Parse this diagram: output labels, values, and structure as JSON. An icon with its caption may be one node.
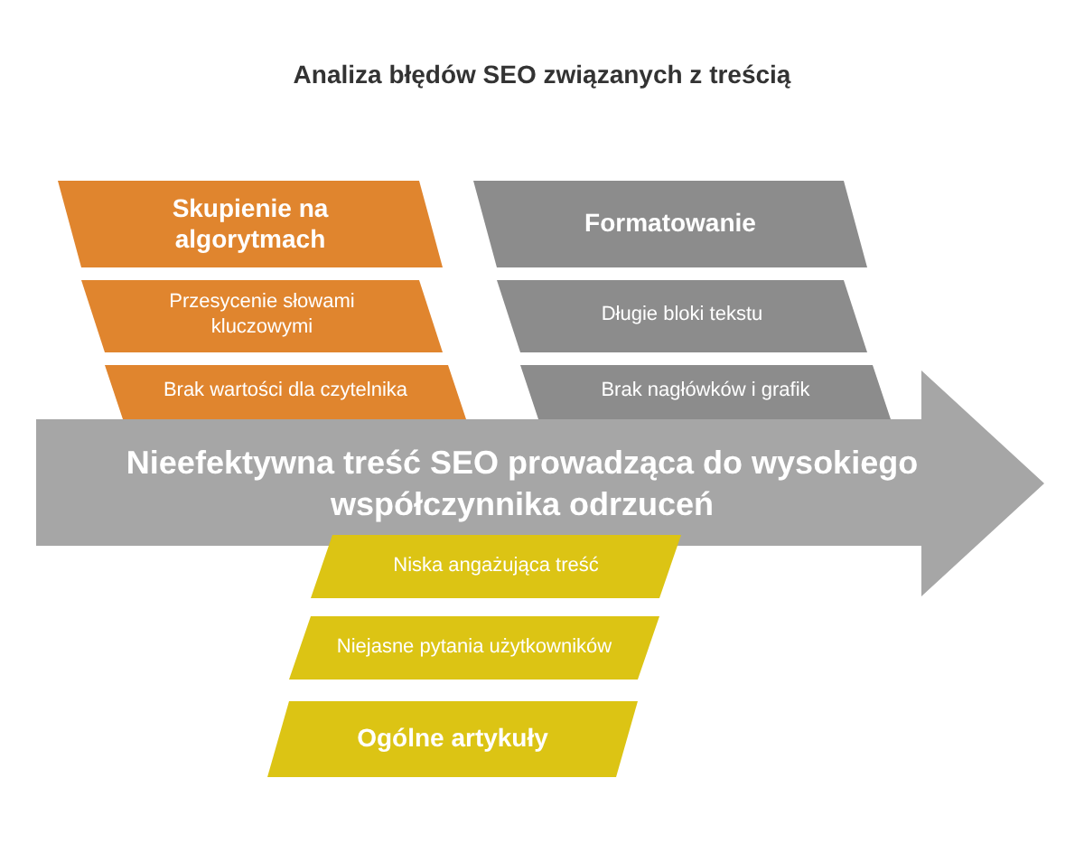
{
  "diagram": {
    "title": "Analiza błędów SEO związanych z treścią",
    "nodes": [
      {
        "text": [
          "Skupienie na algorytmach"
        ]
      },
      {
        "text": [
          "Przesycenie słowami kluczowymi"
        ]
      },
      {
        "text": [
          "Brak wartości dla czytelnika"
        ]
      },
      {
        "text": [
          "Formatowanie"
        ]
      },
      {
        "text": [
          "Długie bloki tekstu"
        ]
      },
      {
        "text": [
          "Brak nagłówków i grafik"
        ]
      },
      {
        "text": [
          "Nieefektywna treść SEO prowadząca do wysokiego współczynnika odrzuceń"
        ]
      },
      {
        "text": [
          "Niska angażująca treść"
        ]
      },
      {
        "text": [
          "Niejasne pytania użytkowników"
        ]
      },
      {
        "text": [
          "Ogólne artykuły"
        ]
      }
    ]
  }
}
